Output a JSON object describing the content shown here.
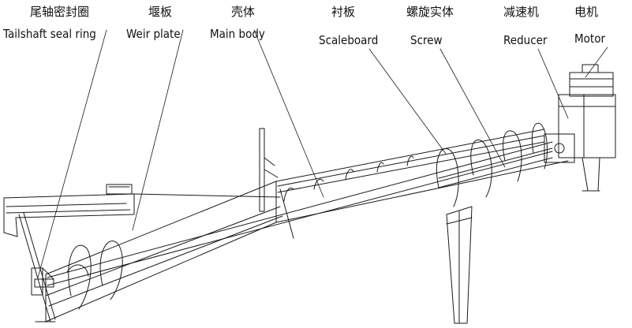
{
  "labels": {
    "tail_seal": {
      "zh": "尾轴密封圈",
      "en": "Tailshaft seal ring"
    },
    "weir": {
      "zh": "堰板",
      "en": "Weir plate"
    },
    "body": {
      "zh": "壳体",
      "en": "Main body"
    },
    "liner": {
      "zh": "衬板",
      "en": "Scaleboard"
    },
    "screw": {
      "zh": "螺旋实体",
      "en": "Screw"
    },
    "reducer": {
      "zh": "减速机",
      "en": "Reducer"
    },
    "motor": {
      "zh": "电机",
      "en": "Motor"
    }
  },
  "colors": {
    "line": "#1a1a1a",
    "text": "#111111",
    "background": "#ffffff"
  }
}
